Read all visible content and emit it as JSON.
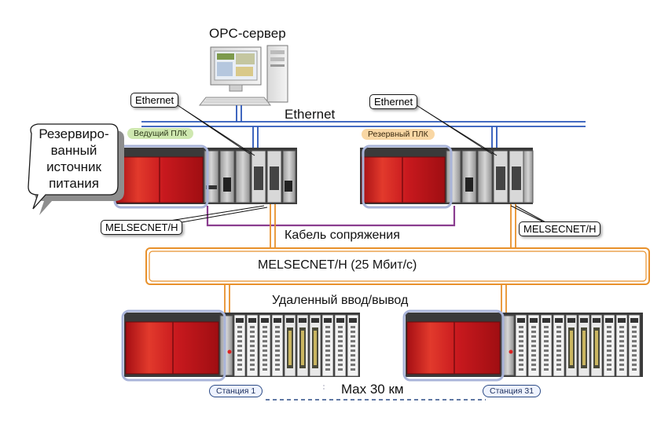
{
  "labels": {
    "opc_server": "OPC-сервер",
    "ethernet_bus": "Ethernet",
    "ethernet_callout_left": "Ethernet",
    "ethernet_callout_right": "Ethernet",
    "redundant_power": [
      "Резервиро-",
      "ванный",
      "источник",
      "питания"
    ],
    "master_plc": "Ведущий ПЛК",
    "backup_plc": "Резервный ПЛК",
    "melsecnet_left": "MELSECNET/H",
    "melsecnet_right": "MELSECNET/H",
    "tracking_cable": "Кабель сопряжения",
    "network": "MELSECNET/H (25 Мбит/с)",
    "remote_io": "Удаленный ввод/вывод",
    "station_1": "Станция 1",
    "station_31": "Станция 31",
    "max_distance": "Max 30 км"
  },
  "colors": {
    "ethernet": "#2a56b8",
    "module_red": "#c8191e",
    "tracking_cable": "#8a3d8f",
    "melsec_orange": "#e8912c",
    "highlight_frame": "#a9b4d9",
    "master_badge": "#cfe8b0",
    "backup_badge": "#f9d7a4",
    "station_border": "#2c4b86"
  }
}
